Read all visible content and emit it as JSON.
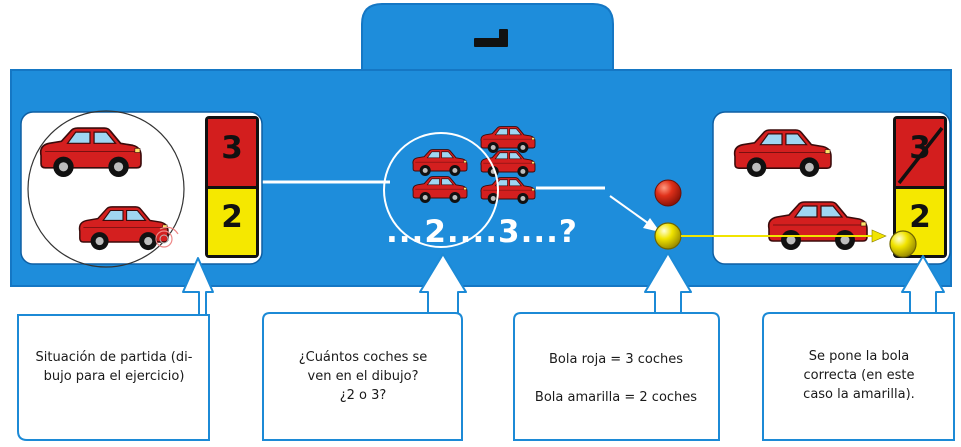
{
  "tab_badge": "1",
  "colors": {
    "board": "#1e8ddb",
    "outline": "#1577c4",
    "card_red": "#d31e1e",
    "card_yellow": "#f5e800",
    "car_red": "#d41f1f",
    "ball_red": "#e0311a",
    "ball_yellow": "#f1e400",
    "caption_box_stroke": "#1c8ad6"
  },
  "panels": {
    "start": {
      "card_top": "3",
      "card_bottom": "2"
    },
    "counting": {
      "question": "...2....3...?"
    },
    "result": {
      "card_top": "3",
      "card_bottom": "2",
      "top_crossed_out": true
    }
  },
  "balls": {
    "red": "red-ball",
    "yellow": "yellow-ball"
  },
  "captions": [
    {
      "lines": [
        "Situación de partida (di-",
        "bujo para el ejercicio)"
      ]
    },
    {
      "lines": [
        "¿Cuántos coches se",
        "ven en el dibujo?",
        "¿2 o 3?"
      ]
    },
    {
      "lines": [
        "Bola roja = 3 coches",
        "",
        "Bola amarilla = 2 coches"
      ]
    },
    {
      "lines": [
        "Se pone la bola",
        "correcta (en este",
        "caso la amarilla)."
      ]
    }
  ]
}
